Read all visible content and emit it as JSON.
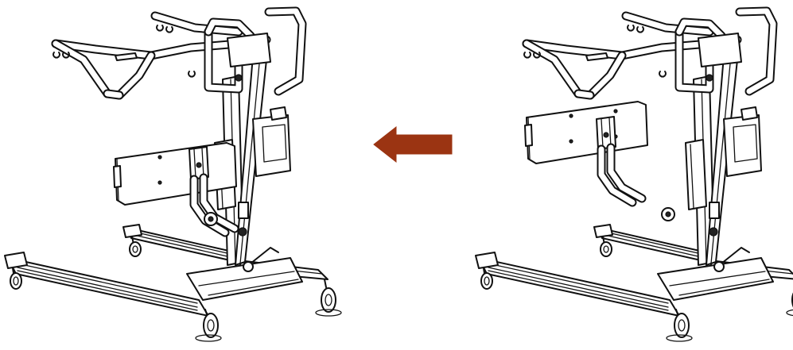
{
  "figure": {
    "left_panel": "lift-assembled-with-seat-attached",
    "right_panel": "lift-with-seat-detached",
    "arrow_direction": "left",
    "colors": {
      "line": "#111111",
      "background": "#ffffff",
      "arrow": "#9b3412"
    },
    "icons": [
      "patient-lift-icon",
      "direction-arrow-icon"
    ]
  }
}
